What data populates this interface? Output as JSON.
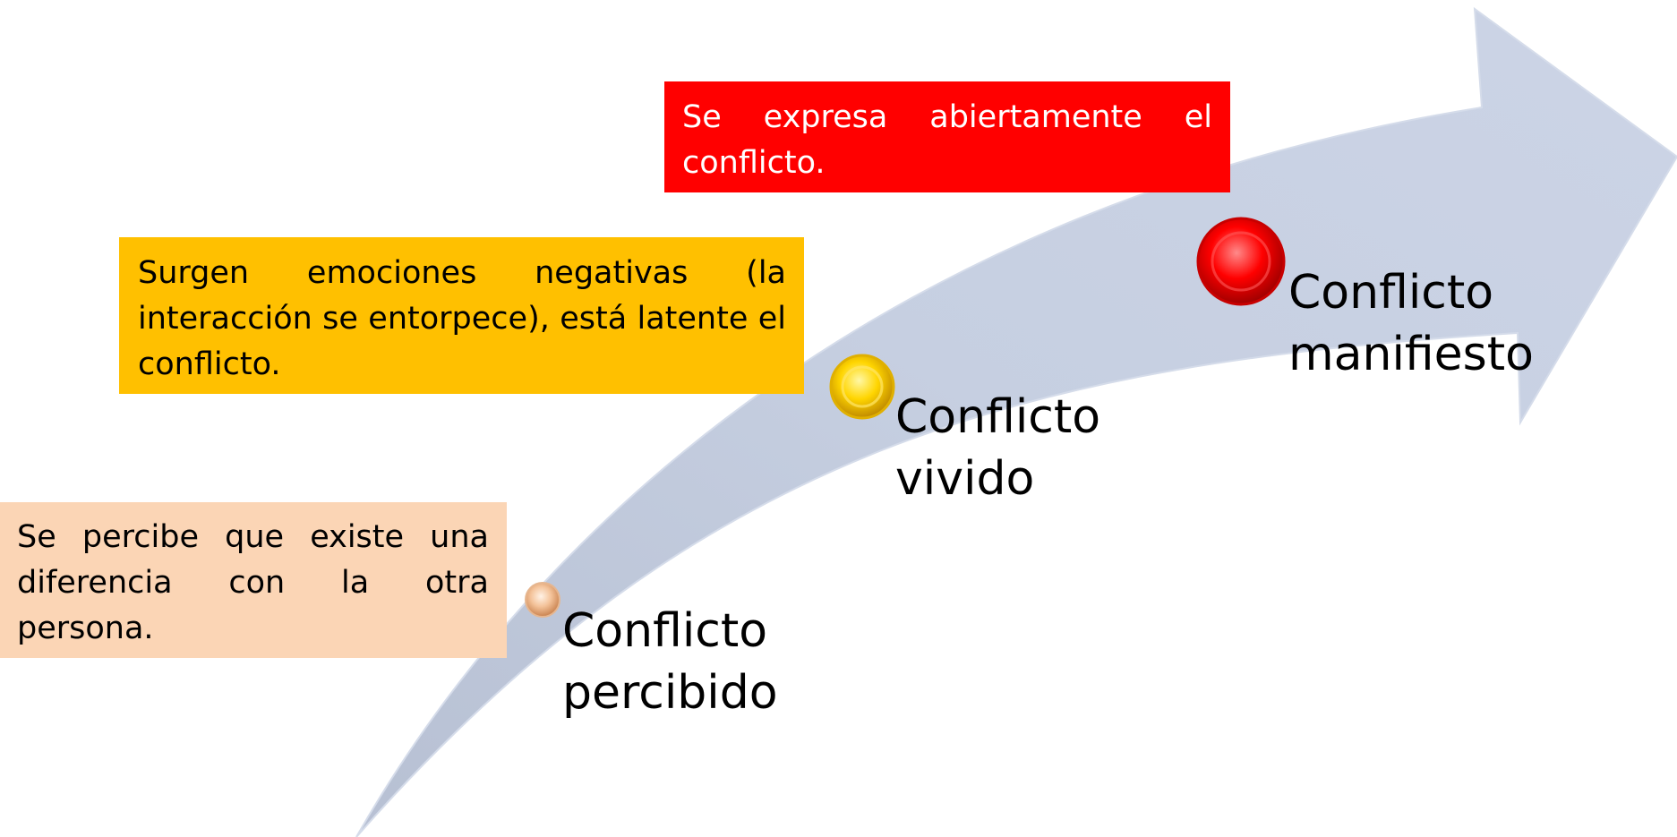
{
  "stages": [
    {
      "name": "Conflicto percibido",
      "title_line1": "Conflicto",
      "title_line2": "percibido",
      "description": "Se percibe que existe una diferencia con la otra persona.",
      "color": "#fbd5b5"
    },
    {
      "name": "Conflicto vivido",
      "title_line1": "Conflicto",
      "title_line2": "vivido",
      "description": "Surgen emociones negativas (la interacción se entorpece), está latente el conflicto.",
      "color": "#ffc000"
    },
    {
      "name": "Conflicto manifiesto",
      "title_line1": "Conflicto",
      "title_line2": "manifiesto",
      "description": "Se expresa abiertamente el conflicto.",
      "color": "#ff0000"
    }
  ],
  "colors": {
    "arrow": "#c7d0e2",
    "background": "#ffffff",
    "dot_percibido": "#f5c79e",
    "dot_vivido": "#ffd400",
    "dot_manifiesto": "#ff0000"
  }
}
